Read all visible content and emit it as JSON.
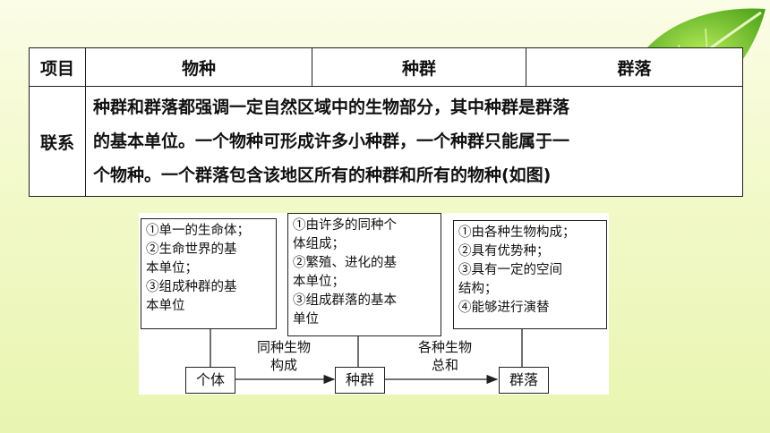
{
  "table": {
    "headers": [
      "项目",
      "物种",
      "种群",
      "群落"
    ],
    "row_label": "联系",
    "row_lines": [
      "种群和群落都强调一定自然区域中的生物部分，其中种群是群落",
      "的基本单位。一个物种可形成许多小种群，一个种群只能属于一",
      "个物种。一个群落包含该地区所有的种群和所有的物种(如图)"
    ]
  },
  "diagram": {
    "box1": [
      "①单一的生命体；",
      "②生命世界的基",
      "本单位；",
      "③组成种群的基",
      "本单位"
    ],
    "box2": [
      "①由许多的同种个",
      "体组成；",
      "②繁殖、进化的基",
      "本单位；",
      "③组成群落的基本",
      "单位"
    ],
    "box3": [
      "①由各种生物构成；",
      "②具有优势种；",
      "③具有一定的空间",
      "结构；",
      "④能够进行演替"
    ],
    "node1": "个体",
    "node2": "种群",
    "node3": "群落",
    "arrow1": [
      "同种生物",
      "构成"
    ],
    "arrow2": [
      "各种生物",
      "总和"
    ]
  }
}
